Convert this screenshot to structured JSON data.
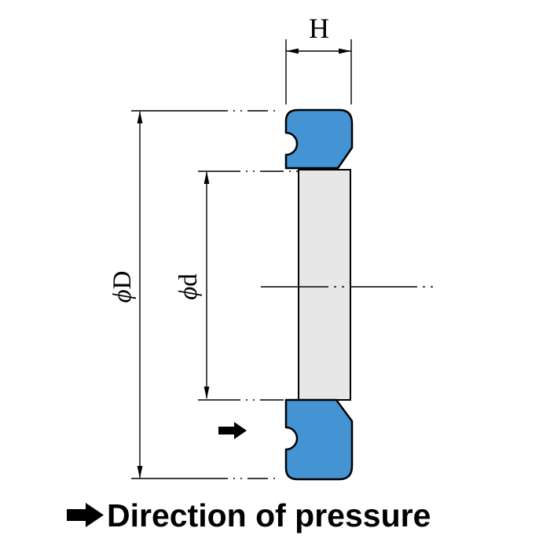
{
  "diagram": {
    "dimension_labels": {
      "width": "H",
      "outer_diameter": {
        "symbol": "ϕ",
        "letter": "D"
      },
      "inner_diameter": {
        "symbol": "ϕ",
        "letter": "d"
      }
    },
    "caption": "Direction of pressure",
    "icons": {
      "pressure_arrow": "right-arrow",
      "caption_arrow": "right-arrow"
    },
    "colors": {
      "seal_fill": "#4493d3",
      "bore_fill": "#e7e7e7",
      "line": "#000000",
      "background": "#ffffff"
    }
  }
}
